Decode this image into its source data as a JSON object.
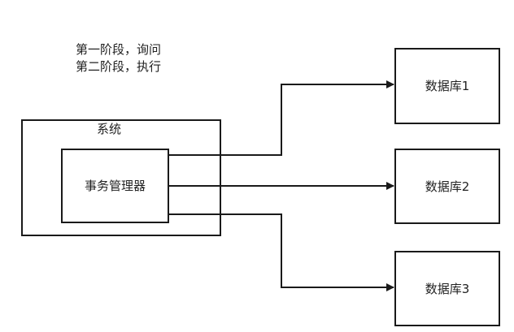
{
  "notes": {
    "line1": "第一阶段，询问",
    "line2": "第二阶段，执行"
  },
  "system": {
    "label": "系统",
    "manager_label": "事务管理器"
  },
  "databases": [
    {
      "label": "数据库1"
    },
    {
      "label": "数据库2"
    },
    {
      "label": "数据库3"
    }
  ]
}
